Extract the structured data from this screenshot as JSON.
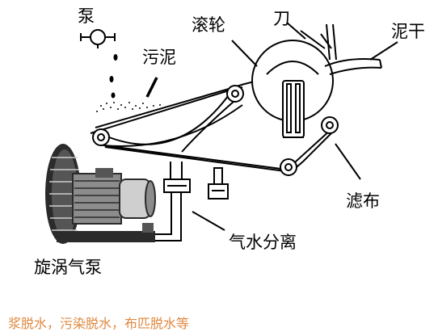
{
  "labels": {
    "pump": "泵",
    "sludge": "污泥",
    "roller": "滚轮",
    "knife": "刀",
    "dry_sludge": "泥干",
    "filter_cloth": "滤布",
    "gas_water_separator": "气水分离",
    "vortex_pump": "旋涡气泵"
  },
  "caption": "浆脱水，污染脱水，布匹脱水等",
  "colors": {
    "line": "#000000",
    "caption": "#e0883f",
    "motor_dark": "#2b2b2b",
    "motor_mid": "#8c8c8c",
    "motor_light": "#cfcfcf"
  }
}
